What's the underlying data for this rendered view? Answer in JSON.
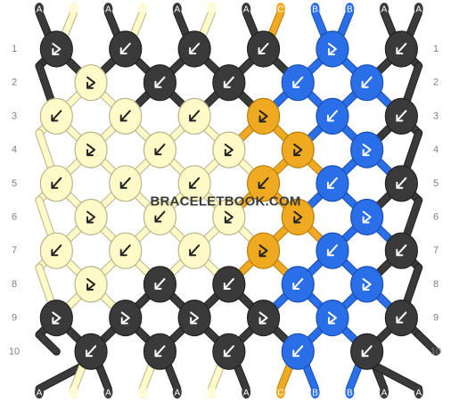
{
  "colors": {
    "A": "#3a3a3a",
    "D": "#fffac8",
    "C": "#f0aa22",
    "B": "#2a6ee8"
  },
  "strings": {
    "top": [
      "A",
      "D",
      "A",
      "D",
      "A",
      "D",
      "A",
      "C",
      "B",
      "B",
      "A",
      "A"
    ],
    "bottom": [
      "A",
      "D",
      "A",
      "D",
      "A",
      "D",
      "A",
      "C",
      "B",
      "B",
      "A",
      "A"
    ]
  },
  "row_labels": [
    "1",
    "2",
    "3",
    "4",
    "5",
    "6",
    "7",
    "8",
    "9",
    "10"
  ],
  "watermark": "BRACELETBOOK.COM",
  "knots": [
    [
      {
        "c": "A",
        "t": "fb"
      },
      {
        "c": "A",
        "t": "b"
      },
      {
        "c": "A",
        "t": "b"
      },
      {
        "c": "A",
        "t": "b"
      },
      {
        "c": "B",
        "t": "fb"
      },
      {
        "c": "A",
        "t": "b"
      }
    ],
    [
      {
        "c": "D",
        "t": "fb"
      },
      {
        "c": "A",
        "t": "b"
      },
      {
        "c": "A",
        "t": "b"
      },
      {
        "c": "B",
        "t": "b"
      },
      {
        "c": "B",
        "t": "b"
      }
    ],
    [
      {
        "c": "D",
        "t": "b"
      },
      {
        "c": "D",
        "t": "b"
      },
      {
        "c": "D",
        "t": "b"
      },
      {
        "c": "C",
        "t": "fb"
      },
      {
        "c": "B",
        "t": "b"
      },
      {
        "c": "A",
        "t": "b"
      }
    ],
    [
      {
        "c": "D",
        "t": "fb"
      },
      {
        "c": "D",
        "t": "b"
      },
      {
        "c": "D",
        "t": "fb"
      },
      {
        "c": "C",
        "t": "fb"
      },
      {
        "c": "B",
        "t": "fb"
      }
    ],
    [
      {
        "c": "D",
        "t": "b"
      },
      {
        "c": "D",
        "t": "b"
      },
      {
        "c": "D",
        "t": "b"
      },
      {
        "c": "C",
        "t": "b"
      },
      {
        "c": "B",
        "t": "b"
      },
      {
        "c": "A",
        "t": "b"
      }
    ],
    [
      {
        "c": "D",
        "t": "fb"
      },
      {
        "c": "D",
        "t": "b"
      },
      {
        "c": "D",
        "t": "fb"
      },
      {
        "c": "C",
        "t": "fb"
      },
      {
        "c": "B",
        "t": "fb"
      }
    ],
    [
      {
        "c": "D",
        "t": "b"
      },
      {
        "c": "D",
        "t": "b"
      },
      {
        "c": "D",
        "t": "b"
      },
      {
        "c": "C",
        "t": "fb"
      },
      {
        "c": "B",
        "t": "b"
      },
      {
        "c": "A",
        "t": "b"
      }
    ],
    [
      {
        "c": "D",
        "t": "fb"
      },
      {
        "c": "A",
        "t": "b"
      },
      {
        "c": "A",
        "t": "b"
      },
      {
        "c": "B",
        "t": "b"
      },
      {
        "c": "B",
        "t": "fb"
      }
    ],
    [
      {
        "c": "A",
        "t": "fb"
      },
      {
        "c": "A",
        "t": "fb"
      },
      {
        "c": "A",
        "t": "fb"
      },
      {
        "c": "A",
        "t": "fb"
      },
      {
        "c": "B",
        "t": "fb"
      },
      {
        "c": "A",
        "t": "b"
      }
    ],
    [
      {
        "c": "A",
        "t": "b"
      },
      {
        "c": "A",
        "t": "b"
      },
      {
        "c": "A",
        "t": "b"
      },
      {
        "c": "B",
        "t": "b"
      },
      {
        "c": "A",
        "t": "b"
      }
    ]
  ]
}
